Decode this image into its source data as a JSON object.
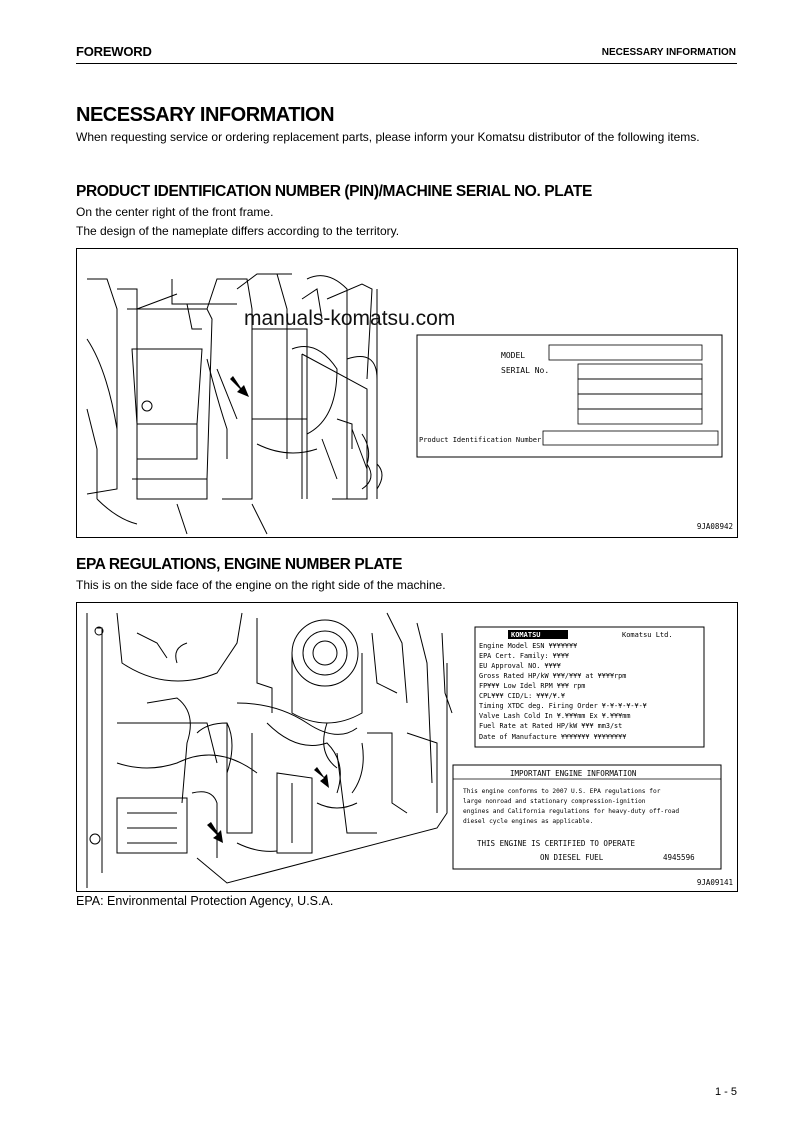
{
  "header": {
    "left": "FOREWORD",
    "right": "NECESSARY INFORMATION"
  },
  "title": "NECESSARY INFORMATION",
  "intro": "When requesting service or ordering replacement parts, please inform your Komatsu distributor of the following items.",
  "pin_section": {
    "heading": "PRODUCT IDENTIFICATION NUMBER (PIN)/MACHINE SERIAL NO. PLATE",
    "line1": "On the center right of the front frame.",
    "line2": "The design of the nameplate differs according to the territory.",
    "plate": {
      "model_label": "MODEL",
      "serial_label": "SERIAL No.",
      "pin_label": "Product Identification Number"
    },
    "watermark": "manuals-komatsu.com",
    "figure_code": "9JA08942"
  },
  "epa_section": {
    "heading": "EPA REGULATIONS, ENGINE NUMBER PLATE",
    "line1": "This is on the side face of the engine on the right side of the machine.",
    "engine_plate": {
      "brand": "KOMATSU",
      "company": "Komatsu Ltd.",
      "rows": [
        "Engine Model       ESN ¥¥¥¥¥¥¥",
        "EPA Cert. Family: ¥¥¥¥",
        "EU Approval NO. ¥¥¥¥",
        "Gross Rated HP/kW   ¥¥¥/¥¥¥ at ¥¥¥¥rpm",
        "FP¥¥¥              Low Idel RPM ¥¥¥ rpm",
        "CPL¥¥¥             CID/L: ¥¥¥/¥.¥",
        "Timing XTDC  deg.  Firing Order ¥-¥-¥-¥-¥-¥",
        "Valve Lash Cold     In ¥.¥¥¥mm Ex ¥.¥¥¥mm",
        "Fuel Rate at Rated HP/kW ¥¥¥ mm3/st",
        "Date of Manufacture ¥¥¥¥¥¥¥    ¥¥¥¥¥¥¥¥"
      ]
    },
    "info_plate": {
      "title": "IMPORTANT ENGINE INFORMATION",
      "lines": [
        "This engine conforms to 2007 U.S. EPA regulations for",
        "large nonroad and stationary compression-ignition",
        "engines and California regulations for heavy-duty off-road",
        "diesel cycle engines as applicable."
      ],
      "certified": "THIS ENGINE IS CERTIFIED TO OPERATE",
      "fuel": "ON DIESEL FUEL",
      "code": "4945596"
    },
    "figure_code": "9JA09141"
  },
  "footnote": "EPA: Environmental Protection Agency, U.S.A.",
  "page_number": "1 - 5"
}
